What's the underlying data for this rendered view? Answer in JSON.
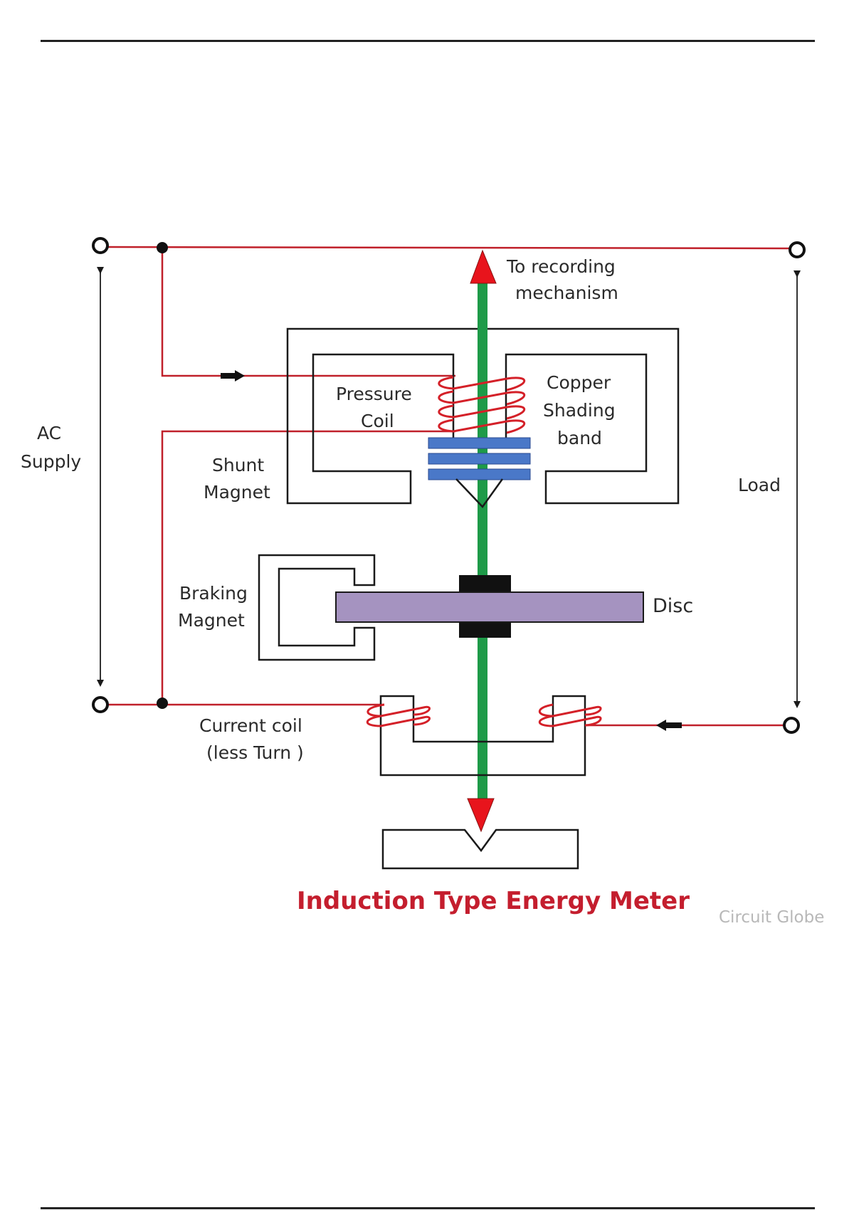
{
  "diagram": {
    "title": "Induction Type Energy Meter",
    "credit": "Circuit Globe",
    "labels": {
      "recording_line1": "To recording",
      "recording_line2": "mechanism",
      "pressure_line1": "Pressure",
      "pressure_line2": "Coil",
      "copper_line1": "Copper",
      "copper_line2": "Shading",
      "copper_line3": "band",
      "ac_line1": "AC",
      "ac_line2": "Supply",
      "shunt_line1": "Shunt",
      "shunt_line2": "Magnet",
      "load": "Load",
      "braking_line1": "Braking",
      "braking_line2": "Magnet",
      "disc": "Disc",
      "current_line1": "Current coil",
      "current_line2": "(less Turn )"
    },
    "colors": {
      "wire": "#c0202a",
      "coil": "#d42028",
      "shaft": "#1e9a48",
      "arrow": "#e8141c",
      "plates": "#4a78c8",
      "disc": "#a593c0",
      "title": "#c41e2e",
      "credit": "#b8b8b8",
      "outline": "#1a1a1a"
    }
  }
}
